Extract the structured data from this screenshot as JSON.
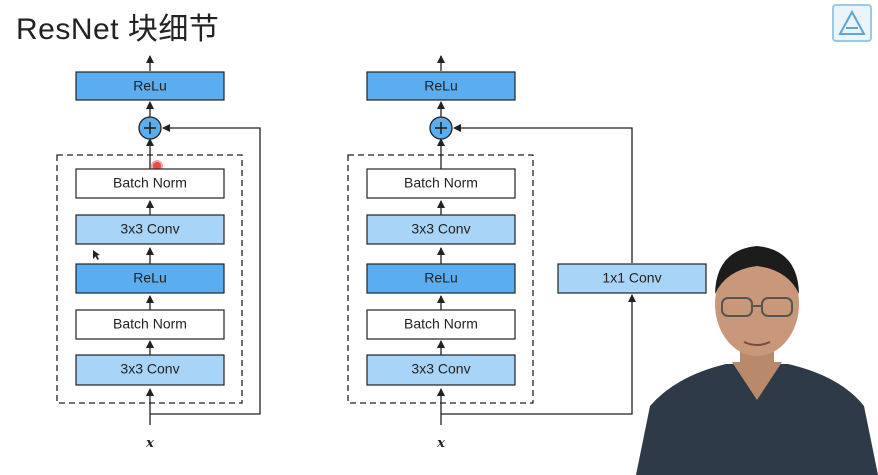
{
  "title": "ResNet 块细节",
  "colors": {
    "relu_fill": "#5aaef0",
    "conv_fill": "#a8d4f8",
    "norm_fill": "#ffffff",
    "stroke": "#222222"
  },
  "left_block": {
    "top_relu": "ReLu",
    "layers": [
      "Batch Norm",
      "3x3 Conv",
      "ReLu",
      "Batch Norm",
      "3x3 Conv"
    ],
    "input": "x"
  },
  "right_block": {
    "top_relu": "ReLu",
    "layers": [
      "Batch Norm",
      "3x3 Conv",
      "ReLu",
      "Batch Norm",
      "3x3 Conv"
    ],
    "shortcut": "1x1 Conv",
    "input": "x"
  }
}
